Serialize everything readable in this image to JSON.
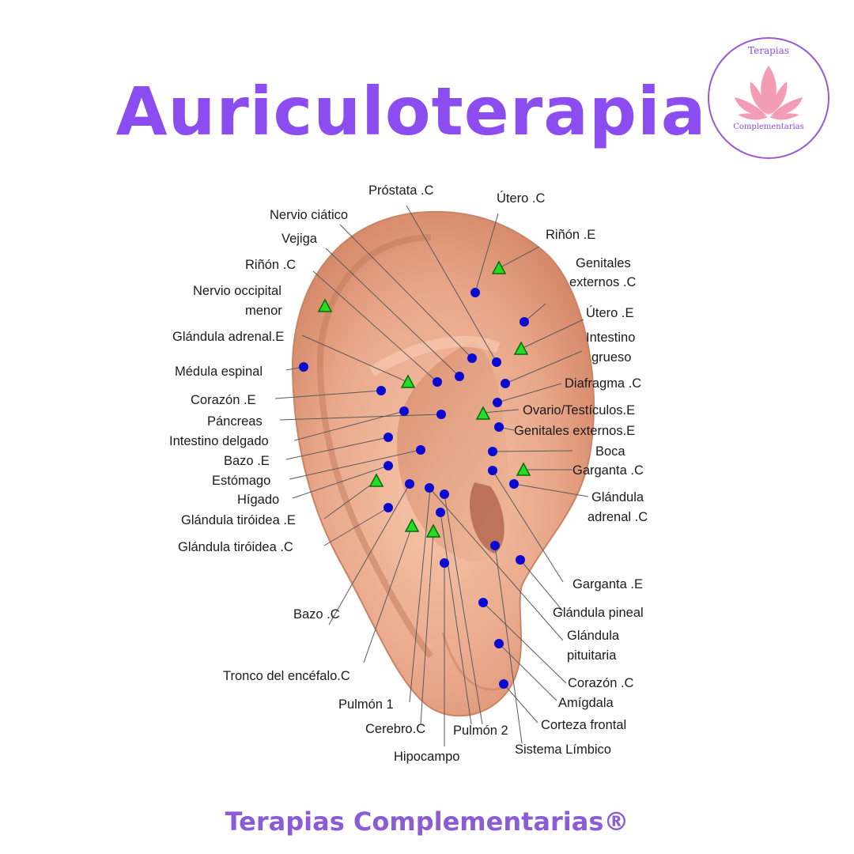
{
  "title": "Auriculoterapia",
  "logo": {
    "top_text": "Terapias",
    "bottom_text": "Complementarias"
  },
  "footer": "Terapias Complementarias®",
  "colors": {
    "title": "#8b4cf0",
    "logo_ring": "#9b59d6",
    "lotus": "#f39cb6",
    "dot": "#0a0ad0",
    "triangle": "#22dd22",
    "ear_skin": "#e9a78a"
  },
  "labels": [
    "Próstata .C",
    "Útero .C",
    "Nervio ciático",
    "Vejiga",
    "Riñón .E",
    "Riñón .C",
    "Genitales",
    "externos .C",
    "Nervio occipital",
    "menor",
    "Útero .E",
    "Glándula adrenal.E",
    "Intestino",
    "grueso",
    "Médula espinal",
    "Diafragma .C",
    "Corazón .E",
    "Ovario/Testículos.E",
    "Páncreas",
    "Genitales externos.E",
    "Intestino delgado",
    "Boca",
    "Bazo .E",
    "Garganta .C",
    "Estómago",
    "Hígado",
    "Glándula",
    "adrenal .C",
    "Glándula tiróidea .E",
    "Glándula tiróidea .C",
    "Garganta .E",
    "Glándula pineal",
    "Bazo .C",
    "Glándula",
    "pituitaria",
    "Tronco del encéfalo.C",
    "Corazón .C",
    "Pulmón 1",
    "Amígdala",
    "Cerebro.C",
    "Pulmón 2",
    "Corteza frontal",
    "Sistema Límbico",
    "Hipocampo"
  ]
}
